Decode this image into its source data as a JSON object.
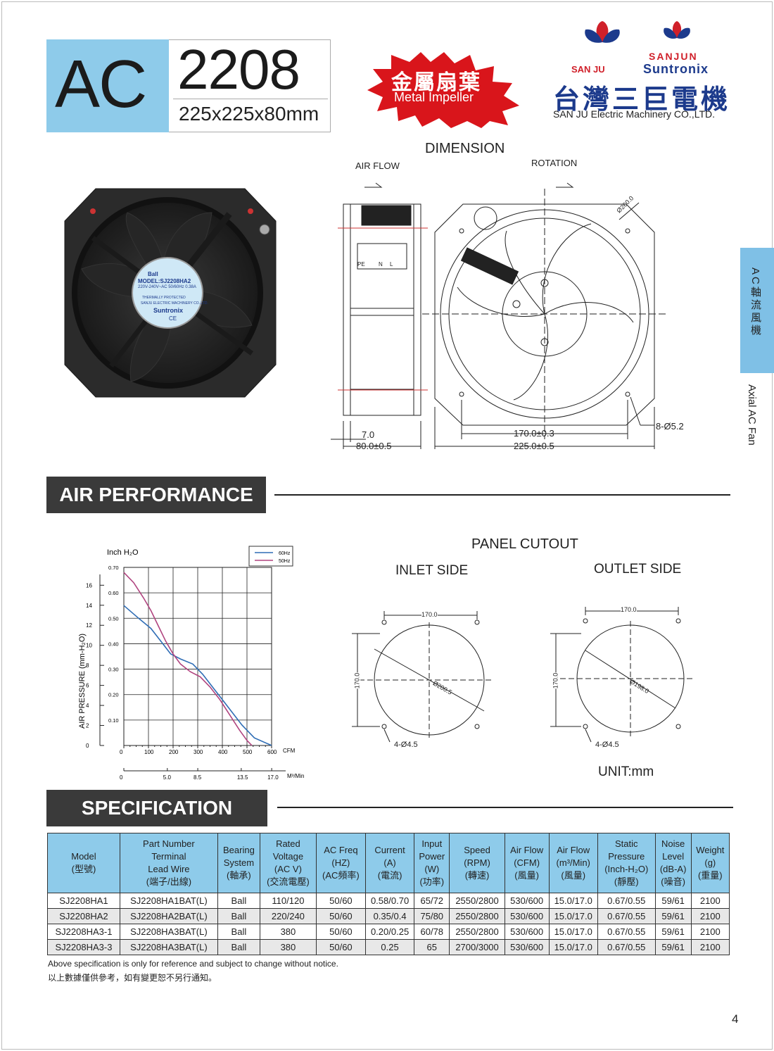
{
  "header": {
    "series": "AC",
    "model": "2208",
    "size": "225x225x80mm",
    "badge_cn": "金屬扇葉",
    "badge_en": "Metal Impeller",
    "logo_sanju": "SAN JU",
    "logo_sanjun": "SANJUN",
    "logo_suntronix": "Suntronix",
    "company_cn": "台灣三巨電機",
    "company_en": "SAN JU Electric  Machinery CO.,LTD."
  },
  "side_tab": {
    "cn": "AC軸流風機",
    "en": "Axial AC Fan"
  },
  "fan_label": {
    "ball": "Ball",
    "model": "MODEL:SJ2208HA2",
    "rating": "220V-240V~AC  50/60Hz 0.38A",
    "protected": "THERMALLY PROTECTED",
    "company": "SANJU ELECTRIC MACHINERY CO.,LTD.",
    "brand": "Suntronix",
    "ce": "CE"
  },
  "dimension": {
    "title": "DIMENSION",
    "air_flow": "AIR FLOW",
    "rotation": "ROTATION",
    "terminals": [
      "PE",
      "N",
      "L"
    ],
    "d_7": "7.0",
    "d_80": "80.0±0.5",
    "d_170": "170.0±0.3",
    "d_225": "225.0±0.5",
    "d_holes": "8-Ø5.2",
    "d_dia": "Ø260.0"
  },
  "air_performance": {
    "title": "AIR PERFORMANCE"
  },
  "chart_data": {
    "type": "line",
    "title": "",
    "xlabel": "CFM",
    "x2label": "M³/Min",
    "ylabel": "AIR PRESSURE   (mm-H₂O)",
    "y2label": "Inch H₂O",
    "xlim": [
      0,
      600
    ],
    "ylim": [
      0,
      0.7
    ],
    "x_ticks": [
      "0",
      "100",
      "200",
      "300",
      "400",
      "500",
      "600"
    ],
    "x2_ticks": [
      "0",
      "5.0",
      "8.5",
      "13.5",
      "17.0"
    ],
    "y_ticks_inch": [
      "0.10",
      "0.20",
      "0.30",
      "0.40",
      "0.50",
      "0.60",
      "0.70"
    ],
    "y_ticks_mm": [
      "0",
      "2",
      "4",
      "6",
      "8",
      "10",
      "12",
      "14",
      "16"
    ],
    "legend_position": "top-right",
    "series": [
      {
        "name": "60Hz",
        "color": "#2f6db5",
        "x": [
          0,
          60,
          110,
          150,
          190,
          230,
          280,
          320,
          360,
          400,
          440,
          480,
          530,
          600
        ],
        "y": [
          0.55,
          0.5,
          0.46,
          0.41,
          0.36,
          0.34,
          0.32,
          0.28,
          0.23,
          0.18,
          0.13,
          0.08,
          0.03,
          0.0
        ]
      },
      {
        "name": "50Hz",
        "color": "#b0447f",
        "x": [
          0,
          40,
          80,
          110,
          140,
          170,
          200,
          230,
          270,
          310,
          350,
          390,
          430,
          470,
          500,
          520
        ],
        "y": [
          0.68,
          0.64,
          0.58,
          0.53,
          0.47,
          0.41,
          0.36,
          0.32,
          0.29,
          0.27,
          0.23,
          0.18,
          0.12,
          0.06,
          0.02,
          0.0
        ]
      }
    ]
  },
  "panel_cutout": {
    "title": "PANEL CUTOUT",
    "inlet_title": "INLET SIDE",
    "outlet_title": "OUTLET SIDE",
    "inlet_w": "170.0",
    "inlet_h": "170.0",
    "inlet_dia": "Ø200.5",
    "inlet_holes": "4-Ø4.5",
    "outlet_w": "170.0",
    "outlet_h": "170.0",
    "outlet_dia": "Ø198.0",
    "outlet_holes": "4-Ø4.5",
    "unit": "UNIT:mm"
  },
  "specification": {
    "title": "SPECIFICATION",
    "headers": [
      [
        "Model",
        "(型號)"
      ],
      [
        "Part Number",
        "Terminal",
        "Lead Wire",
        "(端子/出線)"
      ],
      [
        "Bearing",
        "System",
        "(軸承)"
      ],
      [
        "Rated",
        "Voltage",
        "(AC V)",
        "(交流電壓)"
      ],
      [
        "AC Freq",
        "(HZ)",
        "(AC頻率)"
      ],
      [
        "Current",
        "(A)",
        "(電流)"
      ],
      [
        "Input",
        "Power",
        "(W)",
        "(功率)"
      ],
      [
        "Speed",
        "(RPM)",
        "(轉速)"
      ],
      [
        "Air Flow",
        "(CFM)",
        "(風量)"
      ],
      [
        "Air Flow",
        "(m³/Min)",
        "(風量)"
      ],
      [
        "Static",
        "Pressure",
        "(Inch-H₂O)",
        "(靜壓)"
      ],
      [
        "Noise",
        "Level",
        "(dB-A)",
        "(噪音)"
      ],
      [
        "Weight",
        "(g)",
        "(重量)"
      ]
    ],
    "rows": [
      [
        "SJ2208HA1",
        "SJ2208HA1BAT(L)",
        "Ball",
        "110/120",
        "50/60",
        "0.58/0.70",
        "65/72",
        "2550/2800",
        "530/600",
        "15.0/17.0",
        "0.67/0.55",
        "59/61",
        "2100"
      ],
      [
        "SJ2208HA2",
        "SJ2208HA2BAT(L)",
        "Ball",
        "220/240",
        "50/60",
        "0.35/0.4",
        "75/80",
        "2550/2800",
        "530/600",
        "15.0/17.0",
        "0.67/0.55",
        "59/61",
        "2100"
      ],
      [
        "SJ2208HA3-1",
        "SJ2208HA3BAT(L)",
        "Ball",
        "380",
        "50/60",
        "0.20/0.25",
        "60/78",
        "2550/2800",
        "530/600",
        "15.0/17.0",
        "0.67/0.55",
        "59/61",
        "2100"
      ],
      [
        "SJ2208HA3-3",
        "SJ2208HA3BAT(L)",
        "Ball",
        "380",
        "50/60",
        "0.25",
        "65",
        "2700/3000",
        "530/600",
        "15.0/17.0",
        "0.67/0.55",
        "59/61",
        "2100"
      ]
    ],
    "note_en": "Above  specification  is  only for reference and subject to change without notice.",
    "note_cn": "以上數據僅供參考，如有變更恕不另行通知。"
  },
  "page_number": "4"
}
